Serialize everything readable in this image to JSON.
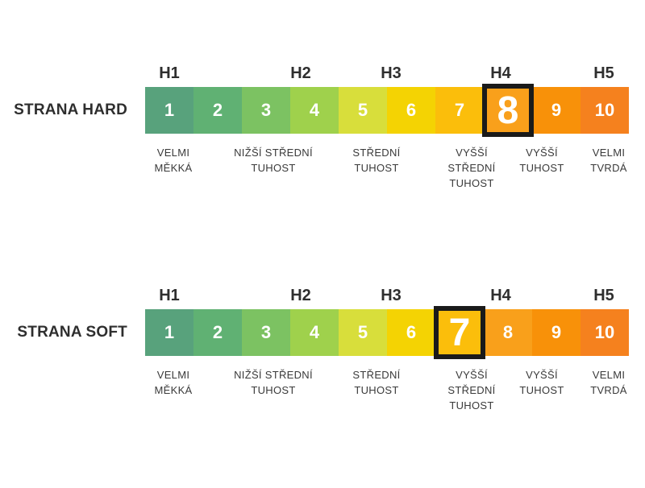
{
  "figure": {
    "sections": [
      {
        "title": "STRANA HARD",
        "selected_value": "8"
      },
      {
        "title": "STRANA SOFT",
        "selected_value": "7"
      }
    ],
    "grade_labels": [
      "H1",
      "H2",
      "H3",
      "H4",
      "H5"
    ],
    "cells": [
      {
        "value": "1",
        "color": "#58A27C"
      },
      {
        "value": "2",
        "color": "#60B173"
      },
      {
        "value": "3",
        "color": "#7CC262"
      },
      {
        "value": "4",
        "color": "#9FD14C"
      },
      {
        "value": "5",
        "color": "#D8DE3B"
      },
      {
        "value": "6",
        "color": "#F4D303"
      },
      {
        "value": "7",
        "color": "#FBBE0B"
      },
      {
        "value": "8",
        "color": "#F9A01B"
      },
      {
        "value": "9",
        "color": "#F89109"
      },
      {
        "value": "10",
        "color": "#F5811E"
      }
    ],
    "descriptions": [
      {
        "lines": [
          "VELMI",
          "MĚKKÁ"
        ]
      },
      {
        "lines": [
          "NIŽŠÍ STŘEDNÍ",
          "TUHOST"
        ]
      },
      {
        "lines": [
          "STŘEDNÍ",
          "TUHOST"
        ]
      },
      {
        "lines": [
          "VYŠŠÍ",
          "STŘEDNÍ",
          "TUHOST"
        ]
      },
      {
        "lines": [
          "VYŠŠÍ",
          "TUHOST"
        ]
      },
      {
        "lines": [
          "VELMI",
          "TVRDÁ"
        ]
      }
    ],
    "highlight_border_color": "#1A1A1A",
    "text_color": "#2E2E2E",
    "number_color": "#FFFFFF"
  }
}
